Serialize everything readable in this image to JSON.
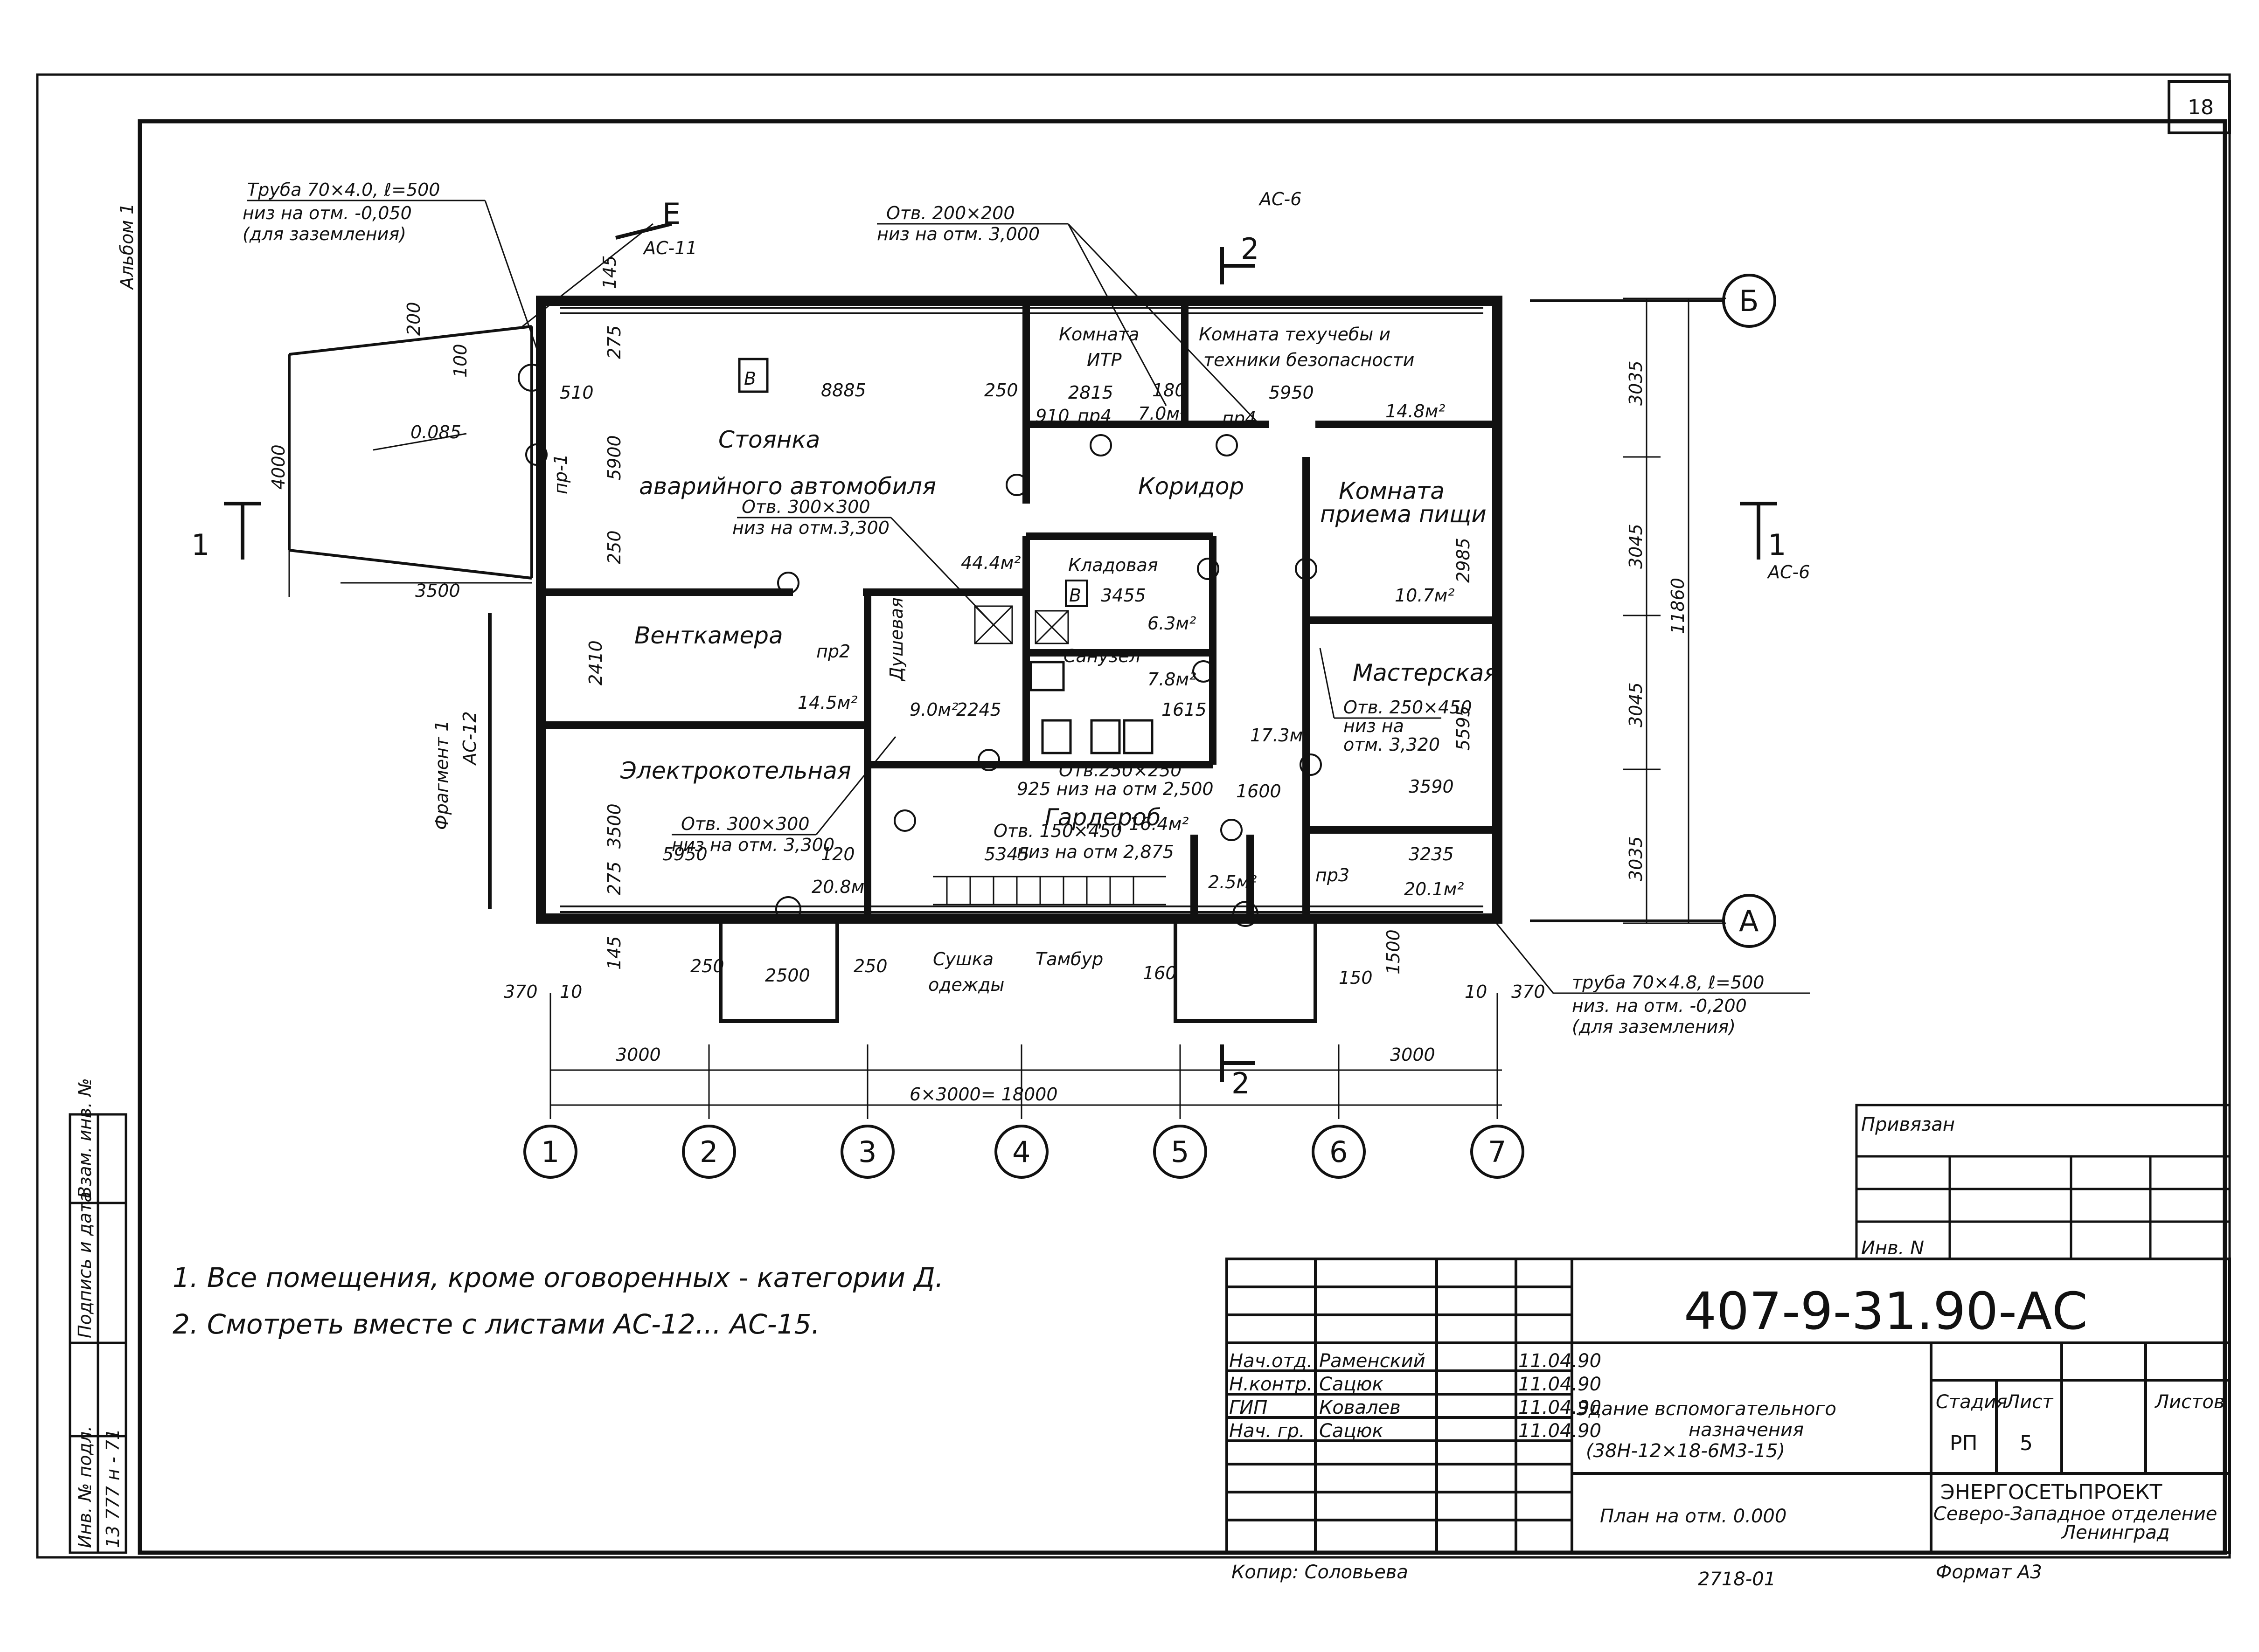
{
  "sheet": {
    "sheet_number": "18",
    "album": "Альбом 1",
    "sheet_ref_top": "АС-6",
    "section_top": "2",
    "section_bottom": "2",
    "section_mark_left": "1",
    "section_mark_right": "1",
    "section_right_ref": "АС-6",
    "fragment_left": "Фрагмент 1",
    "fragment_left_ref": "АС-12",
    "node_mark": "Е",
    "node_mark_ref": "АС-11",
    "elevation_entrance": "0.085",
    "height_4000": "4000",
    "dim_3500_left": "3500"
  },
  "pipes": {
    "top_left": {
      "line1": "Труба 70×4.0, ℓ=500",
      "line2": "низ на отм. -0,050",
      "line3": "(для заземления)"
    },
    "bottom_right": {
      "line1": "труба 70×4.8, ℓ=500",
      "line2": "низ. на отм. -0,200",
      "line3": "(для заземления)"
    }
  },
  "openings": {
    "top": {
      "line1": "Отв. 200×200",
      "line2": "низ на отм. 3,000"
    },
    "parking": {
      "line1": "Отв. 300×300",
      "line2": "низ на отм.3,300"
    },
    "boiler": {
      "line1": "Отв. 300×300",
      "line2": "низ на отм. 3,300"
    },
    "workshop": {
      "line1": "Отв. 250×450",
      "line2": "низ на",
      "line3": "отм. 3,320"
    },
    "wardrobe1": "Отв.250×250",
    "wardrobe1b": "925 низ на отм 2,500",
    "wardrobe2": "Отв. 150×450",
    "wardrobe2b": "низ на отм 2,875"
  },
  "rooms": {
    "parking": {
      "line1": "Стоянка",
      "line2": "аварийного автомобиля",
      "area": "44.4м²",
      "category": "В"
    },
    "vent": {
      "name": "Венткамера",
      "area": "14.5м²"
    },
    "boiler": {
      "name": "Электрокотельная",
      "area": "20.8м²"
    },
    "itp": {
      "line1": "Комната",
      "line2": "ИТР",
      "area": "7.0м²"
    },
    "safety": {
      "line1": "Комната техучебы и",
      "line2": "техники безопасности",
      "area": "14.8м²"
    },
    "corridor": {
      "name": "Коридор"
    },
    "storage": {
      "name": "Кладовая",
      "area": "6.3м²",
      "category": "В"
    },
    "wc": {
      "name": "Санузел",
      "area": "7.8м²"
    },
    "shower": {
      "name": "Душевая",
      "area": "9.0м²"
    },
    "wardrobe": {
      "name": "Гардероб",
      "area": "16.4м²"
    },
    "dining": {
      "line1": "Комната",
      "line2": "приема пищи",
      "area": "10.7м²"
    },
    "workshop": {
      "name": "Мастерская",
      "area": "17.3м²"
    },
    "drying": {
      "line1": "Сушка",
      "line2": "одежды"
    },
    "vestibule": {
      "name": "Тамбур",
      "area": "2.5м²"
    },
    "east": {
      "area": "20.1м²"
    }
  },
  "dims": {
    "d8885": "8885",
    "d250a": "250",
    "d2815": "2815",
    "d180a": "180",
    "d5950a": "5950",
    "d910": "910",
    "d5900": "5900",
    "d275a": "275",
    "d145a": "145",
    "d250b": "250",
    "d2410": "2410",
    "d3500": "3500",
    "d275b": "275",
    "d5950b": "5950",
    "d120": "120",
    "d3455": "3455",
    "d1615": "1615",
    "d2245": "2245",
    "d5345": "5345",
    "d1600": "1600",
    "d3590": "3590",
    "d3235": "3235",
    "d5595": "5595",
    "d2985": "2985",
    "d2500": "2500",
    "d250c": "250",
    "d250d": "250",
    "d370a": "370",
    "d10a": "10",
    "d145b": "145",
    "d160": "160",
    "d150": "150",
    "d1500": "1500",
    "d10b": "10",
    "d370b": "370",
    "d3000a": "3000",
    "d3000b": "3000",
    "d18000": "6×3000= 18000",
    "d3035a": "3035",
    "d3045a": "3045",
    "d3045b": "3045",
    "d3035b": "3035",
    "d11860": "11860",
    "d200": "200",
    "d510": "510",
    "d100": "100",
    "pr4a": "пр4",
    "pr4b": "пр4",
    "pr1": "пр-1",
    "pr3": "пр3",
    "pr2": "пр2"
  },
  "axes": {
    "columns": [
      "1",
      "2",
      "3",
      "4",
      "5",
      "6",
      "7"
    ],
    "rows": [
      "Б",
      "А"
    ]
  },
  "notes": {
    "n1": "1. Все помещения, кроме оговоренных - категории Д.",
    "n2": "2. Смотреть вместе с листами АС-12... АС-15."
  },
  "stamp_left": {
    "c1": "Взам. инв. №",
    "c2": "Подпись и дата",
    "c3": "Инв. № подл.",
    "c4": "13 777 н - 71"
  },
  "bound": {
    "title": "Привязан",
    "inv": "Инв. N"
  },
  "title_block": {
    "code": "407-9-31.90-АС",
    "name1": "Здание вспомогательного",
    "name2": "назначения",
    "name3": "(38Н-12×18-6М3-15)",
    "sheet_title": "План на отм. 0.000",
    "stage_h": "Стадия",
    "sheet_h": "Лист",
    "sheets_h": "Листов",
    "stage": "РП",
    "sheet": "5",
    "org1": "ЭНЕРГОСЕТЬПРОЕКТ",
    "org2": "Северо-Западное отделение",
    "org3": "Ленинград",
    "rows": [
      {
        "role": "Нач.отд.",
        "name": "Раменский",
        "date": "11.04.90"
      },
      {
        "role": "Н.контр.",
        "name": "Сацюк",
        "date": "11.04.90"
      },
      {
        "role": "ГИП",
        "name": "Ковалев",
        "date": "11.04.90"
      },
      {
        "role": "Нач. гр.",
        "name": "Сацюк",
        "date": "11.04.90"
      }
    ],
    "copied": "Копир: Соловьева",
    "number": "2718-01",
    "format": "Формат А3"
  }
}
